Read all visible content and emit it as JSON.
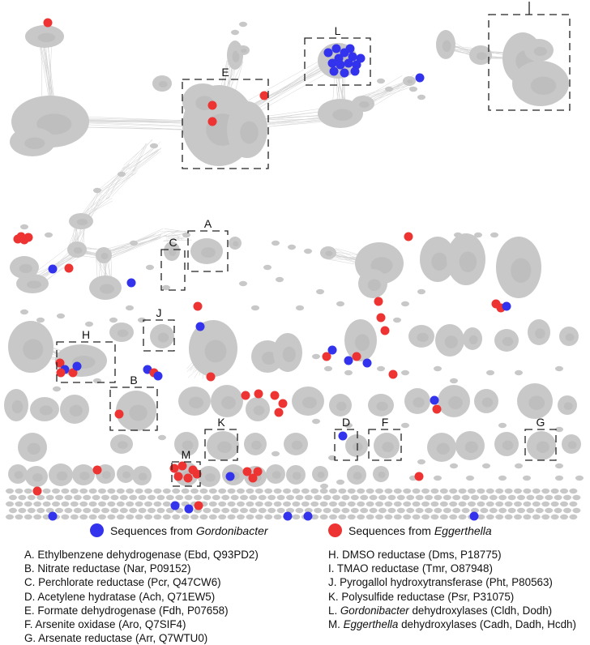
{
  "legend": {
    "gordonibacter": {
      "prefix": "Sequences from ",
      "name": "Gordonibacter",
      "color": "#3333ee"
    },
    "eggerthella": {
      "prefix": "Sequences from ",
      "name": "Eggerthella",
      "color": "#ee3333"
    }
  },
  "box_labels": [
    "A",
    "B",
    "C",
    "D",
    "E",
    "F",
    "G",
    "H",
    "J",
    "K",
    "L",
    "M"
  ],
  "node_color": "#c8c8c8",
  "key_left": [
    {
      "text": "A. Ethylbenzene dehydrogenase (Ebd, Q93PD2)"
    },
    {
      "text": "B. Nitrate reductase (Nar, P09152)"
    },
    {
      "text": "C. Perchlorate reductase (Pcr, Q47CW6)"
    },
    {
      "text": "D. Acetylene hydratase (Ach, Q71EW5)"
    },
    {
      "text": "E. Formate dehydrogenase (Fdh, P07658)"
    },
    {
      "text": "F. Arsenite oxidase (Aro, Q7SIF4)"
    },
    {
      "text": "G. Arsenate reductase (Arr, Q7WTU0)"
    }
  ],
  "key_right": [
    {
      "pre": "H. DMSO reductase (Dms, P18775)",
      "ital": "",
      "post": ""
    },
    {
      "pre": "I. TMAO reductase (Tmr, O87948)",
      "ital": "",
      "post": ""
    },
    {
      "pre": "J. Pyrogallol hydroxytransferase (Pht, P80563)",
      "ital": "",
      "post": ""
    },
    {
      "pre": "K. Polysulfide reductase (Psr, P31075)",
      "ital": "",
      "post": ""
    },
    {
      "pre": "L. ",
      "ital": "Gordonibacter",
      "post": " dehydroxylases (Cldh, Dodh)"
    },
    {
      "pre": "M. ",
      "ital": "Eggerthella",
      "post": " dehydroxylases (Cadh, Dadh, Hcdh)"
    }
  ]
}
